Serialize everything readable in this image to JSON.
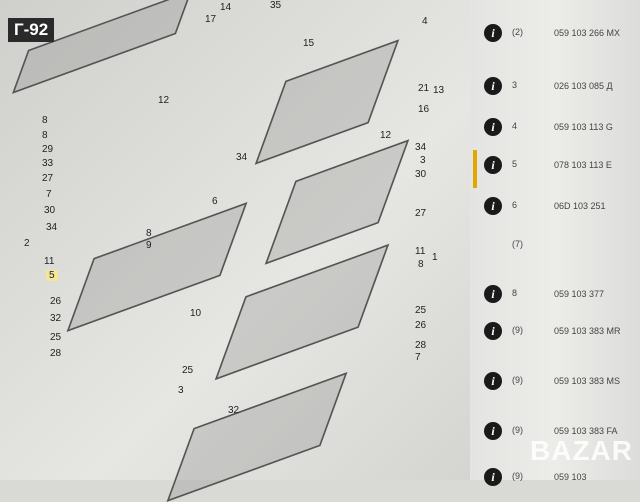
{
  "title": "Г-92",
  "diagram": {
    "callouts": [
      "14",
      "17",
      "12",
      "35",
      "15",
      "4",
      "21",
      "13",
      "16",
      "12",
      "34",
      "3",
      "30",
      "27",
      "34",
      "6",
      "8",
      "9",
      "10",
      "11",
      "8",
      "1",
      "25",
      "26",
      "28",
      "7",
      "25",
      "3",
      "32",
      "8",
      "8",
      "29",
      "33",
      "27",
      "7",
      "30",
      "34",
      "2",
      "11",
      "5",
      "26",
      "32",
      "25",
      "28"
    ]
  },
  "table": {
    "rows": [
      {
        "pos": "(2)",
        "part": "059 103 266 MX",
        "info": true
      },
      {
        "pos": "3",
        "part": "026 103 085 Д",
        "info": true
      },
      {
        "pos": "4",
        "part": "059 103 113 G",
        "info": true
      },
      {
        "pos": "5",
        "part": "078 103 113 E",
        "info": true,
        "highlighted": true
      },
      {
        "pos": "6",
        "part": "06D 103 251",
        "info": true
      },
      {
        "pos": "(7)",
        "part": "",
        "info": false
      },
      {
        "pos": "8",
        "part": "059 103 377",
        "info": true
      },
      {
        "pos": "(9)",
        "part": "059 103 383 MR",
        "info": true
      },
      {
        "pos": "(9)",
        "part": "059 103 383 MS",
        "info": true
      },
      {
        "pos": "(9)",
        "part": "059 103 383 FA",
        "info": true
      },
      {
        "pos": "(9)",
        "part": "059 103",
        "info": true
      }
    ]
  },
  "watermark": "BAZAR",
  "colors": {
    "highlight": "#e0a800"
  }
}
